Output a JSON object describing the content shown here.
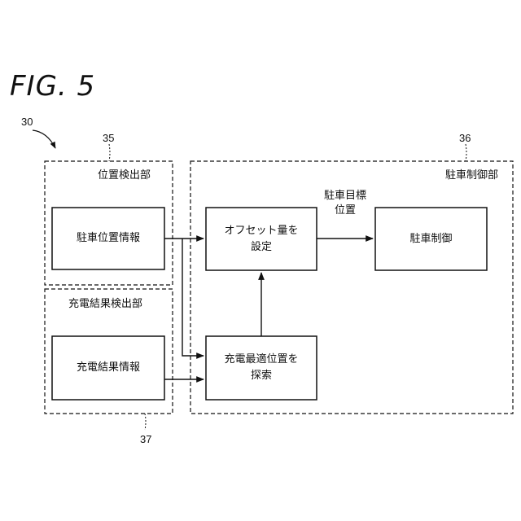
{
  "figure": {
    "title": "FIG. 5",
    "ref": "30"
  },
  "groups": {
    "position_detector": {
      "label": "位置検出部",
      "ref": "35"
    },
    "charge_detector": {
      "label": "充電結果検出部",
      "ref": "37"
    },
    "parking_control": {
      "label": "駐車制御部",
      "ref": "36"
    }
  },
  "boxes": {
    "parking_position_info": "駐車位置情報",
    "charge_result_info": "充電結果情報",
    "offset_setting": "オフセット量を\n設定",
    "optimal_search": "充電最適位置を\n探索",
    "parking_control": "駐車制御"
  },
  "edges": {
    "target_position_label": "駐車目標\n位置"
  }
}
